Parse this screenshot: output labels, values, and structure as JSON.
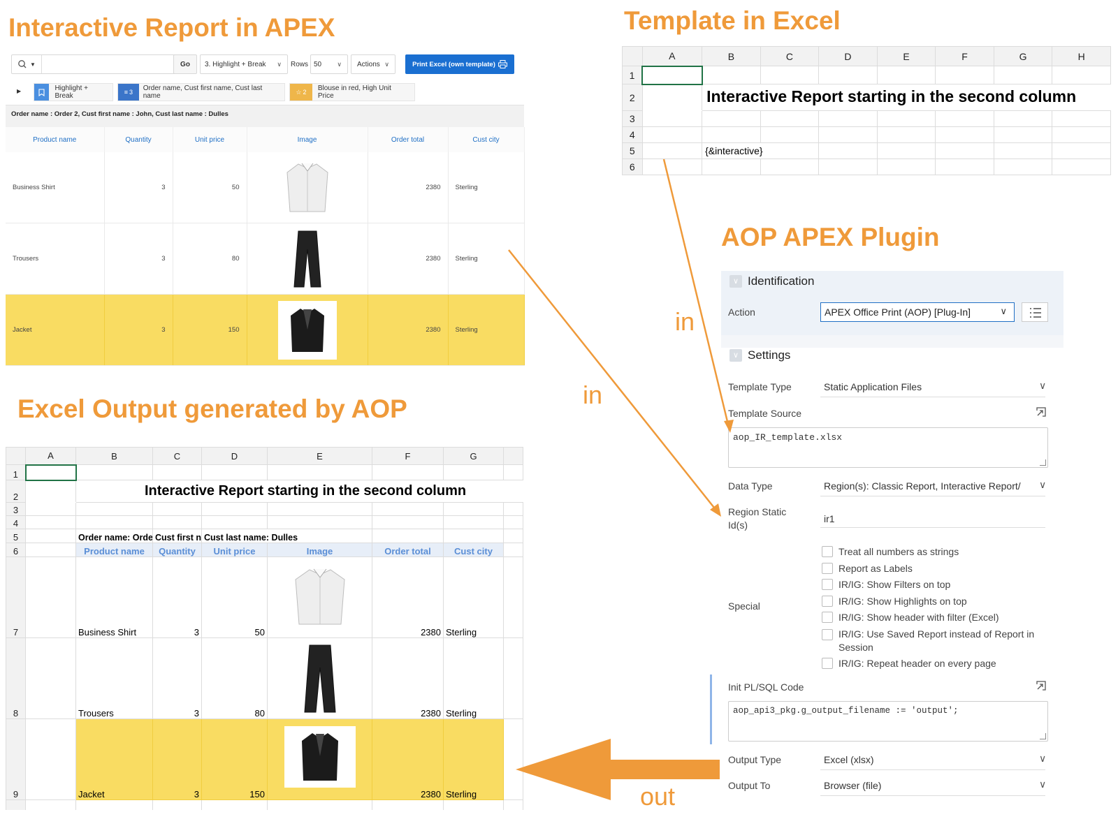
{
  "headings": {
    "apex": "Interactive Report in APEX",
    "template": "Template in Excel",
    "plugin": "AOP APEX Plugin",
    "output": "Excel Output generated by AOP"
  },
  "arrows": {
    "in1": "in",
    "in2": "in",
    "out": "out"
  },
  "apex": {
    "toolbar": {
      "search_value": "",
      "go_label": "Go",
      "report_select": "3. Highlight + Break",
      "rows_label": "Rows",
      "rows_value": "50",
      "actions_label": "Actions",
      "print_button": "Print Excel (own template)"
    },
    "facets": [
      {
        "label": "Highlight + Break",
        "badge": ""
      },
      {
        "label": "Order name, Cust first name, Cust last name",
        "badge": "3"
      },
      {
        "label": "Blouse in red, High Unit Price",
        "badge": "2"
      }
    ],
    "break_label": "Order name : Order 2, Cust first name : John, Cust last name : Dulles",
    "columns": [
      "Product name",
      "Quantity",
      "Unit price",
      "Image",
      "Order total",
      "Cust city"
    ],
    "rows": [
      {
        "product": "Business Shirt",
        "qty": "3",
        "price": "50",
        "total": "2380",
        "city": "Sterling",
        "highlight": false
      },
      {
        "product": "Trousers",
        "qty": "3",
        "price": "80",
        "total": "2380",
        "city": "Sterling",
        "highlight": false
      },
      {
        "product": "Jacket",
        "qty": "3",
        "price": "150",
        "total": "2380",
        "city": "Sterling",
        "highlight": true
      }
    ],
    "highlight_color": "#f9dc62",
    "header_color": "#1f6fc5"
  },
  "template": {
    "columns": [
      "A",
      "B",
      "C",
      "D",
      "E",
      "F",
      "G",
      "H"
    ],
    "row_numbers": [
      "1",
      "2",
      "3",
      "4",
      "5",
      "6"
    ],
    "title": "Interactive Report starting in the second column",
    "tag": "{&interactive}"
  },
  "plugin": {
    "identification_title": "Identification",
    "action_label": "Action",
    "action_value": "APEX Office Print (AOP) [Plug-In]",
    "settings_title": "Settings",
    "template_type_label": "Template Type",
    "template_type_value": "Static Application Files",
    "template_source_label": "Template Source",
    "template_source_value": "aop_IR_template.xlsx",
    "data_type_label": "Data Type",
    "data_type_value": "Region(s): Classic Report, Interactive Report/",
    "region_label": "Region Static Id(s)",
    "region_value": "ir1",
    "special_label": "Special",
    "special_options": [
      "Treat all numbers as strings",
      "Report as Labels",
      "IR/IG: Show Filters on top",
      "IR/IG: Show Highlights on top",
      "IR/IG: Show header with filter (Excel)",
      "IR/IG: Use Saved Report instead of Report in Session",
      "IR/IG: Repeat header on every page"
    ],
    "init_label": "Init PL/SQL Code",
    "init_value": "aop_api3_pkg.g_output_filename := 'output';",
    "output_type_label": "Output Type",
    "output_type_value": "Excel (xlsx)",
    "output_to_label": "Output To",
    "output_to_value": "Browser (file)"
  },
  "output": {
    "columns": [
      "A",
      "B",
      "C",
      "D",
      "E",
      "F",
      "G"
    ],
    "row_numbers": [
      "1",
      "2",
      "3",
      "4",
      "5",
      "6",
      "7",
      "8",
      "9"
    ],
    "title": "Interactive Report starting in the second column",
    "break_cells": [
      "Order name: Orde",
      "Cust first n:",
      "Cust last name: Dulles"
    ],
    "headers": [
      "Product name",
      "Quantity",
      "Unit price",
      "Image",
      "Order total",
      "Cust city"
    ],
    "rows": [
      {
        "product": "Business Shirt",
        "qty": "3",
        "price": "50",
        "total": "2380",
        "city": "Sterling"
      },
      {
        "product": "Trousers",
        "qty": "3",
        "price": "80",
        "total": "2380",
        "city": "Sterling"
      },
      {
        "product": "Jacket",
        "qty": "3",
        "price": "150",
        "total": "2380",
        "city": "Sterling"
      }
    ]
  },
  "accent_color": "#ef9a3a"
}
